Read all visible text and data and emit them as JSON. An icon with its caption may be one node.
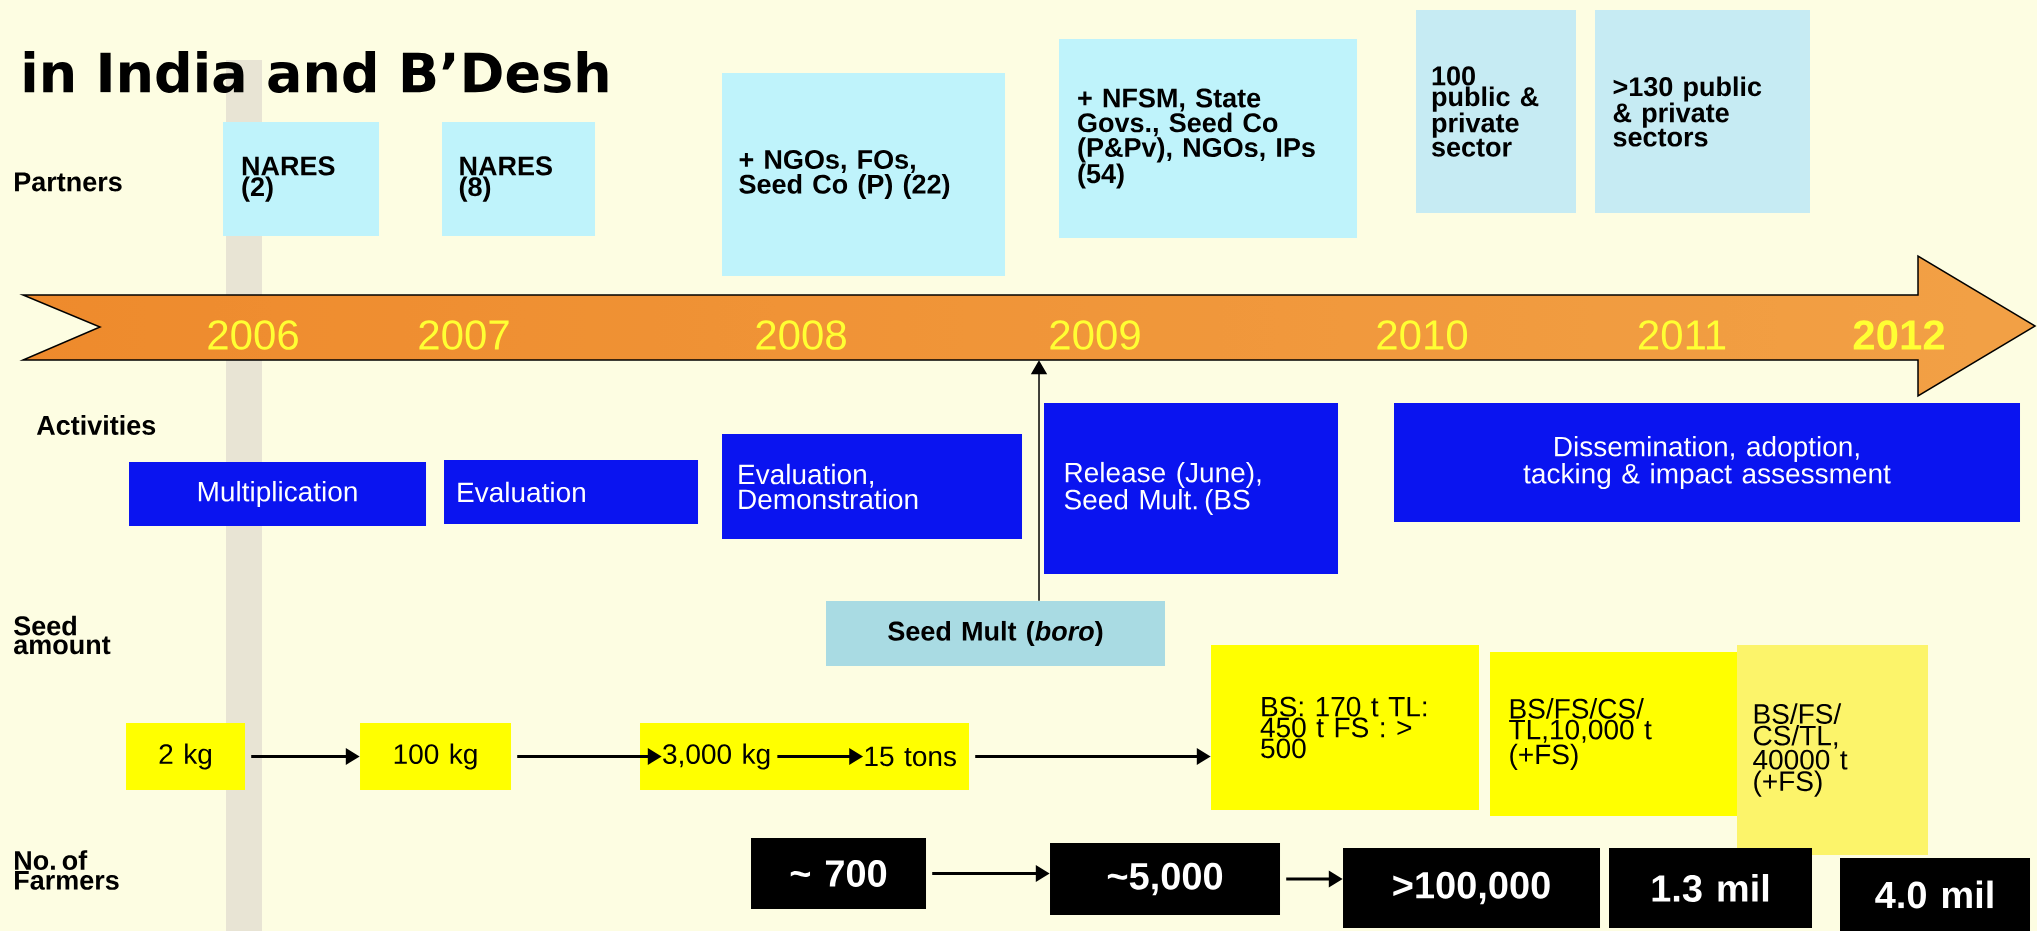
{
  "diagram": {
    "title": "in India and B’Desh",
    "nodes": [
      {
        "text": [
          "2006",
          "2007",
          "2008",
          "2009",
          "2010",
          "2011",
          "2012"
        ]
      },
      {
        "text": [
          "NARES (2)"
        ]
      },
      {
        "text": [
          "NARES (8)"
        ]
      },
      {
        "text": [
          "+ NGOs, FOs, Seed Co (P) (22)"
        ]
      },
      {
        "text": [
          "+ NFSM, State Govs., Seed Co (P&Pv), NGOs, IPs (54)"
        ]
      },
      {
        "text": [
          "100 public & private sector"
        ]
      },
      {
        "text": [
          ">130 public & private sectors"
        ]
      },
      {
        "text": [
          "Multiplication"
        ]
      },
      {
        "text": [
          "Evaluation"
        ]
      },
      {
        "text": [
          "Evaluation, Demonstration"
        ]
      },
      {
        "text": [
          "Release (June), Seed Mult. (BS"
        ]
      },
      {
        "text": [
          "Dissemination, adoption, tacking & impact assessment"
        ]
      },
      {
        "text": [
          "Seed Mult (*boro*)"
        ]
      },
      {
        "text": [
          "2 kg"
        ]
      },
      {
        "text": [
          "100 kg"
        ]
      },
      {
        "text": [],
        "shape": "box"
      },
      {
        "text": [
          "3,000 kg"
        ],
        "in": 15
      },
      {
        "text": [
          "15 tons"
        ],
        "in": 15
      },
      {
        "text": [
          "BS: 170 t TL: 450 t FS : > 500"
        ]
      },
      {
        "text": [
          "BS/FS/CS/ TL,10,000 t (+FS)"
        ]
      },
      {
        "text": [
          "BS/FS/ CS/TL, 40000 t (+FS)"
        ]
      },
      {
        "text": [
          "~ 700"
        ]
      },
      {
        "text": [
          "~5,000"
        ]
      },
      {
        "text": [
          ">100,000"
        ]
      },
      {
        "text": [
          "1.3 mil"
        ]
      },
      {
        "text": [
          "4.0 mil"
        ]
      }
    ],
    "edges": [
      {
        "from": 12,
        "to": 0,
        "arrow": "to"
      },
      {
        "from": 13,
        "to": 14,
        "arrow": "to"
      },
      {
        "from": 14,
        "to": 16,
        "arrow": "to"
      },
      {
        "from": 16,
        "to": 17,
        "arrow": "to"
      },
      {
        "from": 15,
        "to": 18,
        "arrow": "to"
      },
      {
        "from": 21,
        "to": 22,
        "arrow": "to"
      },
      {
        "from": 22,
        "to": 23,
        "arrow": "to"
      }
    ],
    "labels": [
      "Partners",
      "Activities",
      "Seed amount",
      "No. of Farmers"
    ]
  }
}
